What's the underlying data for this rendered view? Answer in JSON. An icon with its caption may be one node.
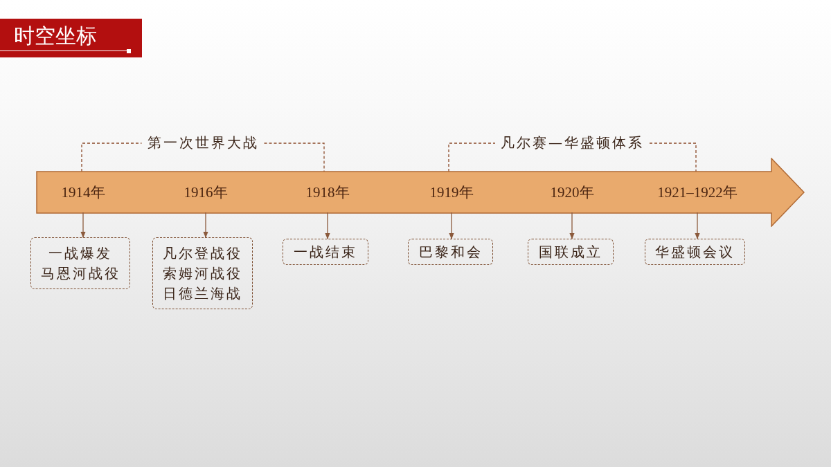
{
  "diagram": {
    "title": "时空坐标",
    "nodes": [
      {
        "text": [],
        "shape": "arrow"
      },
      {
        "text": [
          "1914年"
        ],
        "in": 0
      },
      {
        "text": [
          "1916年"
        ],
        "in": 0
      },
      {
        "text": [
          "1918年"
        ],
        "in": 0
      },
      {
        "text": [
          "1919年"
        ],
        "in": 0
      },
      {
        "text": [
          "1920年"
        ],
        "in": 0
      },
      {
        "text": [
          "1921–1922年"
        ],
        "in": 0
      },
      {
        "text": [
          "一战爆发",
          "马恩河战役"
        ]
      },
      {
        "text": [
          "凡尔登战役",
          "索姆河战役",
          "日德兰海战"
        ]
      },
      {
        "text": [
          "一战结束"
        ]
      },
      {
        "text": [
          "巴黎和会"
        ]
      },
      {
        "text": [
          "国联成立"
        ]
      },
      {
        "text": [
          "华盛顿会议"
        ]
      }
    ],
    "edges": [
      {
        "from": 1,
        "to": 7,
        "arrow": "to"
      },
      {
        "from": 2,
        "to": 8,
        "arrow": "to"
      },
      {
        "from": 3,
        "to": 9,
        "arrow": "to"
      },
      {
        "from": 4,
        "to": 10,
        "arrow": "to"
      },
      {
        "from": 5,
        "to": 11,
        "arrow": "to"
      },
      {
        "from": 6,
        "to": 12,
        "arrow": "to"
      }
    ],
    "labels": [
      "第一次世界大战",
      "凡尔赛—华盛顿体系"
    ]
  }
}
